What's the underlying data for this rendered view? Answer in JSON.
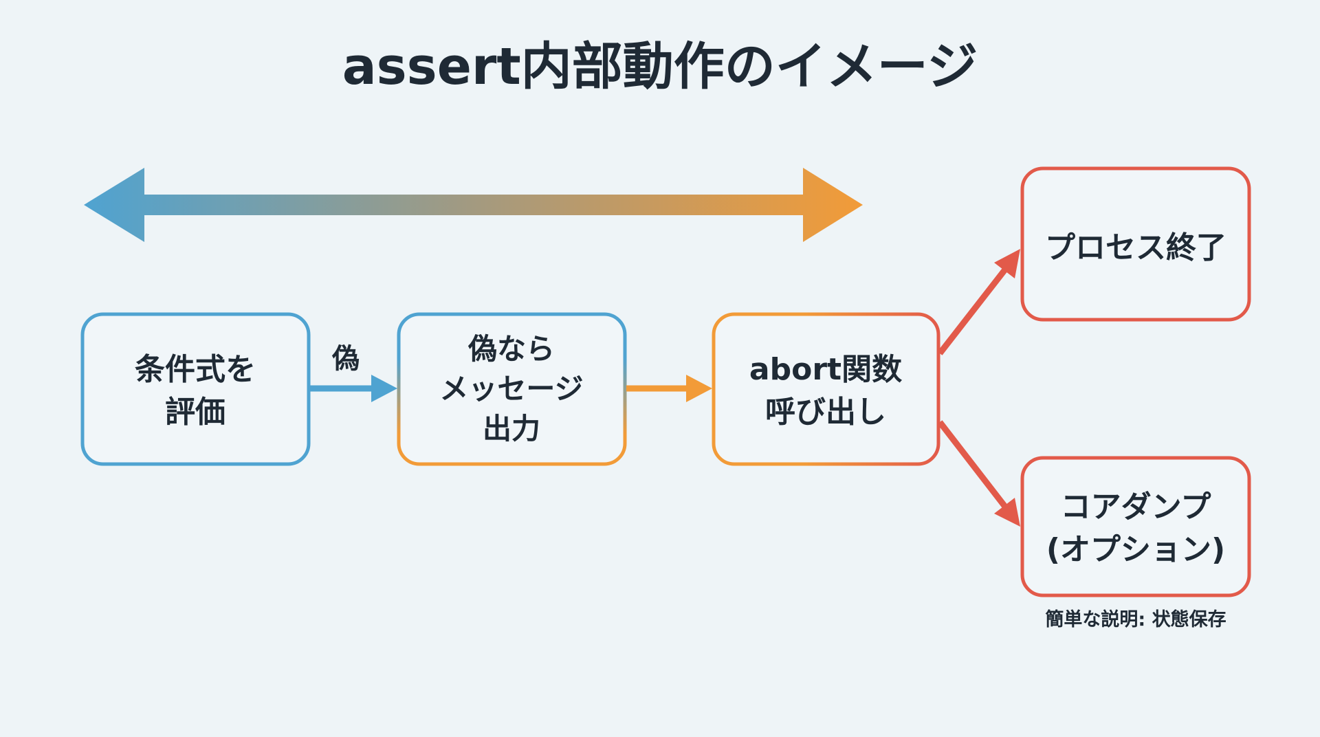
{
  "title": "assert内部動作のイメージ",
  "colors": {
    "blue": "#4fa3d1",
    "orange": "#f29b38",
    "red": "#e25a4a",
    "text": "#1f2a35"
  },
  "nodes": {
    "evaluate": [
      "条件式を",
      "評価"
    ],
    "message": [
      "偽なら",
      "メッセージ",
      "出力"
    ],
    "abort": [
      "abort関数",
      "呼び出し"
    ],
    "terminate": [
      "プロセス終了"
    ],
    "coredump": [
      "コアダンプ",
      "(オプション)"
    ]
  },
  "edge_label_false": "偽",
  "coredump_note": "簡単な説明: 状態保存"
}
